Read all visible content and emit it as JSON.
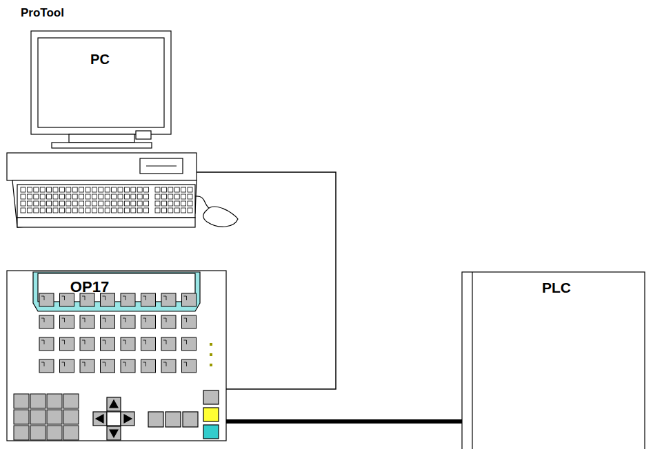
{
  "diagram": {
    "nodes": [
      {
        "text": [
          "ProTool",
          "PC"
        ]
      },
      {
        "text": [
          "OP17"
        ]
      },
      {
        "text": [
          "PLC"
        ]
      }
    ],
    "edges": [
      {
        "from": 0,
        "to": 1,
        "arrow": "none"
      },
      {
        "from": 1,
        "to": 2,
        "arrow": "none"
      }
    ]
  }
}
